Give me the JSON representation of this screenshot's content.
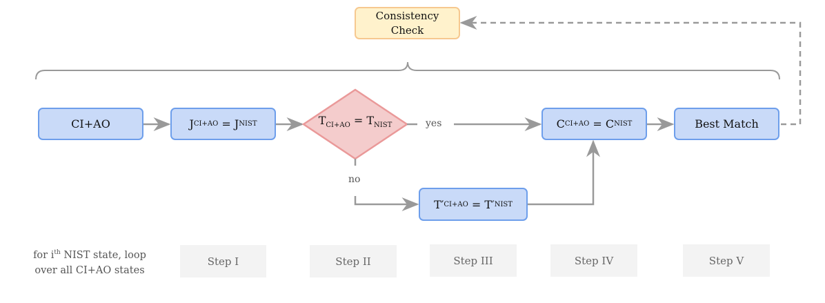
{
  "consistency_check": {
    "line1": "Consistency",
    "line2": "Check"
  },
  "nodes": {
    "ci_ao": "CI+AO",
    "j_match": {
      "lhs": "J",
      "lhs_sub": "CI+AO",
      "eq": " = ",
      "rhs": "J",
      "rhs_sub": "NIST"
    },
    "t_decision": {
      "lhs": "T",
      "lhs_sub": "CI+AO",
      "eq": " = ",
      "rhs": "T",
      "rhs_sub": "NIST"
    },
    "t_prime": {
      "lhs": "T′",
      "lhs_sub": "CI+AO",
      "eq": " = ",
      "rhs": "T′",
      "rhs_sub": "NIST"
    },
    "c_match": {
      "lhs": "C",
      "lhs_sub": "CI+AO",
      "eq": " = ",
      "rhs": "C",
      "rhs_sub": "NIST"
    },
    "best_match": "Best Match"
  },
  "edge_labels": {
    "yes": "yes",
    "no": "no"
  },
  "note": {
    "pre": "for i",
    "sup": "th",
    "post": " NIST state, loop",
    "line2": "over all CI+AO states"
  },
  "steps": [
    "Step I",
    "Step II",
    "Step III",
    "Step IV",
    "Step V"
  ],
  "colors": {
    "process_fill": "#c9daf8",
    "process_border": "#6d9eeb",
    "decision_fill": "#f4cccc",
    "decision_border": "#ea9999",
    "check_fill": "#fff2cc",
    "connector": "#999999"
  }
}
